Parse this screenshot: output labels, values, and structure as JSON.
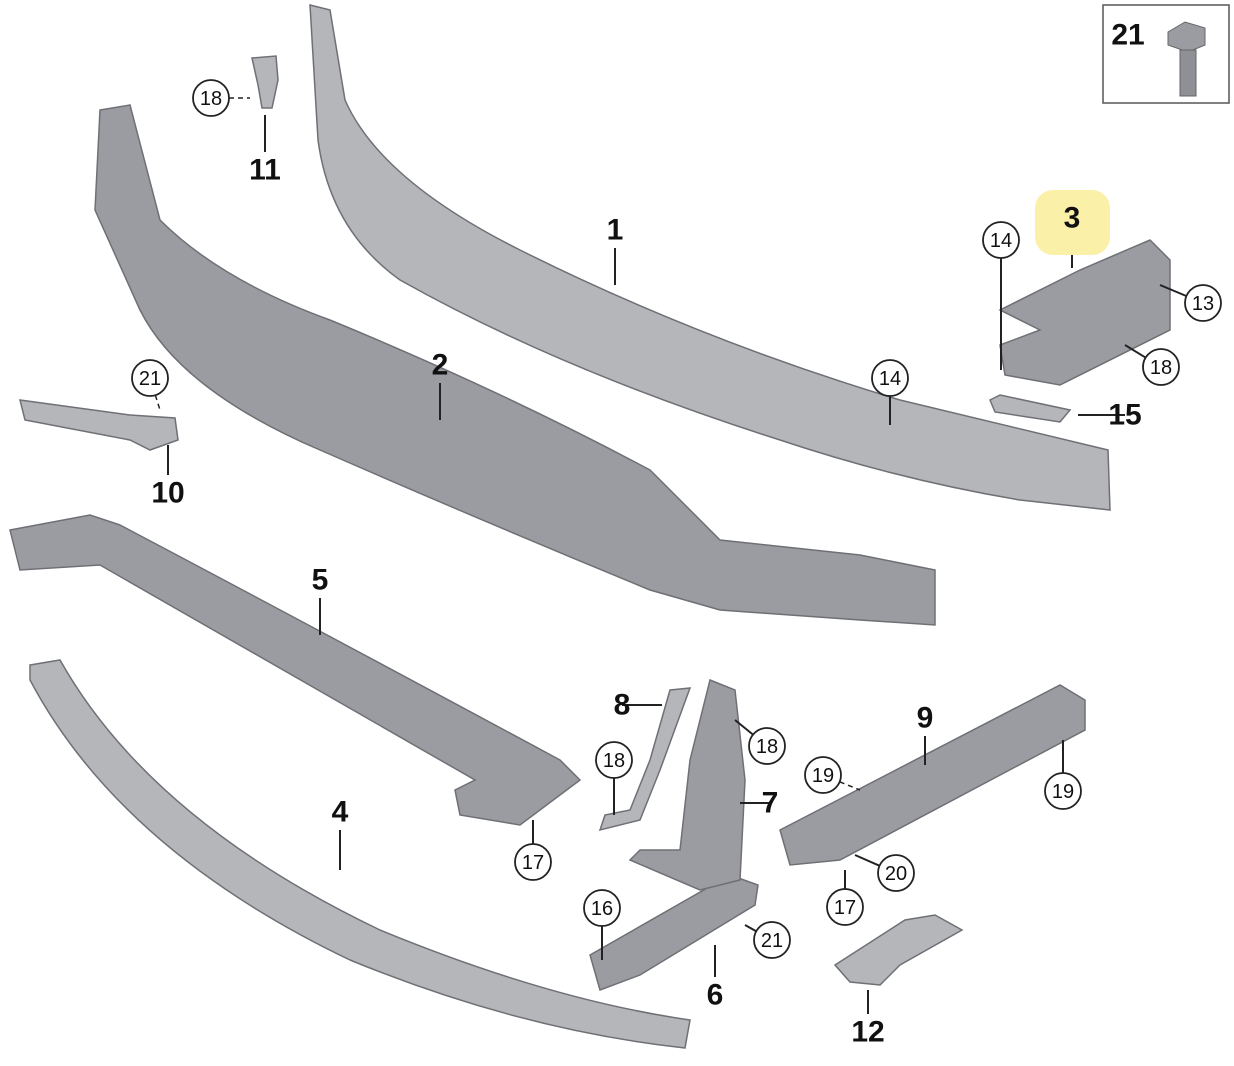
{
  "diagram": {
    "bold_labels": [
      "1",
      "2",
      "3",
      "4",
      "5",
      "6",
      "7",
      "8",
      "9",
      "10",
      "11",
      "12",
      "15"
    ],
    "circled_labels": [
      "18",
      "14",
      "13",
      "18",
      "14",
      "21",
      "18",
      "18",
      "19",
      "19",
      "17",
      "20",
      "17",
      "16",
      "21"
    ],
    "inset": {
      "label": "21",
      "icon": "bolt-icon"
    },
    "highlight": {
      "label": "3",
      "color": "#fbf0a8"
    },
    "part_color": "#9a9ca1"
  }
}
